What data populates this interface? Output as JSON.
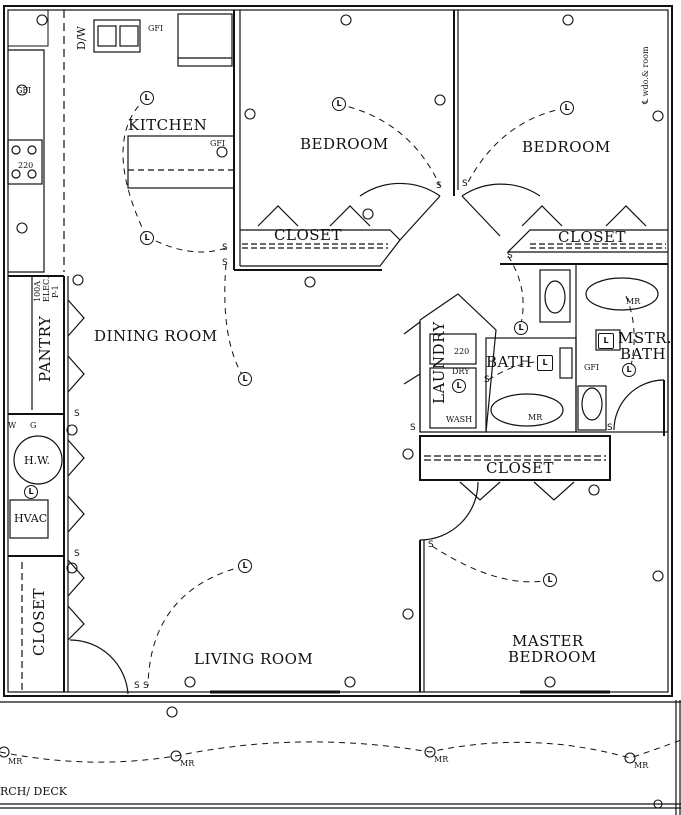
{
  "rooms": {
    "kitchen": "KITCHEN",
    "bedroom_1": "BEDROOM",
    "bedroom_2": "BEDROOM",
    "closet_1": "CLOSET",
    "closet_2": "CLOSET",
    "closet_3": "CLOSET",
    "closet_4": "CLOSET",
    "dining": "DINING  ROOM",
    "pantry": "PANTRY",
    "laundry": "LAUNDRY",
    "bath": "BATH",
    "mstr_bath_1": "MSTR.",
    "mstr_bath_2": "BATH",
    "living": "LIVING  ROOM",
    "master_1": "MASTER",
    "master_2": "BEDROOM",
    "hw": "H.W.",
    "hvac": "HVAC",
    "porch": "RCH/ DECK"
  },
  "annotations": {
    "dw": "D/W",
    "dry": "DRY",
    "wash": "WASH",
    "v220_kitchen": "220",
    "v220_laundry": "220",
    "panel_1": "100A",
    "panel_2": "ELEC.",
    "panel_3": "P-1",
    "w": "W",
    "g": "G",
    "cl_wdo": "℄ wdo.& room",
    "mr": "MR",
    "gfi": "GFI"
  },
  "symbols": {
    "lamp": "L",
    "switch": "S"
  }
}
